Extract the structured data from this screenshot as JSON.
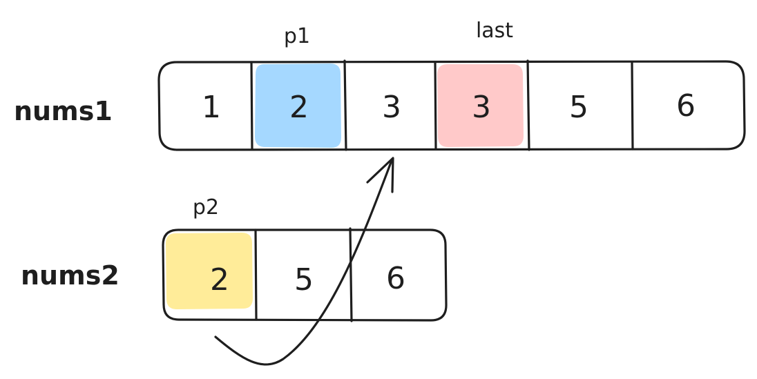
{
  "nums1": {
    "label": "nums1",
    "cells": [
      "1",
      "2",
      "3",
      "3",
      "5",
      "6"
    ]
  },
  "nums2": {
    "label": "nums2",
    "cells": [
      "2",
      "5",
      "6"
    ]
  },
  "pointers": {
    "p1": "p1",
    "last": "last",
    "p2": "p2"
  },
  "colors": {
    "p1_highlight": "#a5d8ff",
    "last_highlight": "#ffc9c9",
    "p2_highlight": "#ffec99",
    "ink": "#1e1e1e"
  }
}
